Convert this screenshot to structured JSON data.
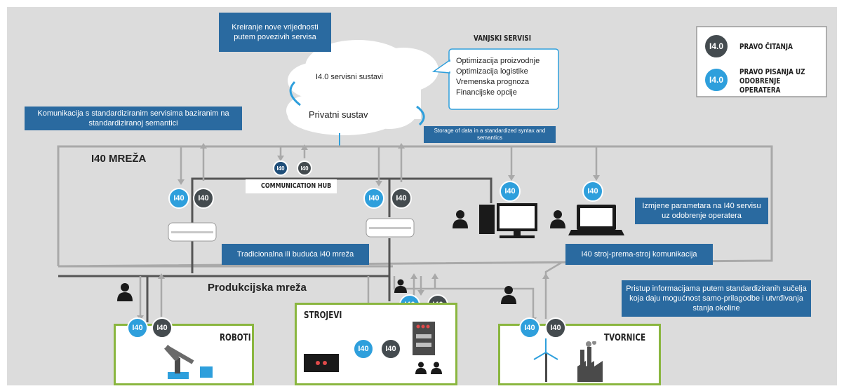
{
  "cloud": {
    "service_systems": "I4.0 servisni sustavi",
    "private_system": "Privatni sustav"
  },
  "callouts": {
    "value_creation": "Kreiranje nove vrijednosti putem povezivih servisa",
    "standard_comm": "Komunikacija s standardiziranim servisima baziranim na standardiziranoj semantici",
    "storage": "Storage of data in a standardized syntax and semantics",
    "param_changes": "Izmjene parametara na I40 servisu uz odobrenje operatera",
    "traditional_network": "Tradicionalna ili buduća i40 mreža",
    "m2m": "I40 stroj-prema-stroj komunikacija",
    "info_access": "Pristup informacijama putem standardiziranih sučelja koja daju mogućnost samo-prilagodbe i utvrđivanja stanja okoline"
  },
  "external_services": {
    "title": "VANJSKI SERVISI",
    "items": [
      "Optimizacija proizvodnje",
      "Optimizacija logistike",
      "Vremenska prognoza",
      "Financijske opcije"
    ]
  },
  "legend": {
    "badge_label": "I4.0",
    "read_right": "PRAVO ČITANJA",
    "write_right": "PRAVO PISANJA UZ ODOBRENJE OPERATERA"
  },
  "network": {
    "i40_network": "I40 MREŽA",
    "production_network": "Produkcijska mreža",
    "communication_hub": "COMMUNICATION HUB"
  },
  "badge_text": "I40",
  "groups": {
    "robots": "ROBOTI",
    "machines": "STROJEVI",
    "factories": "TVORNICE"
  },
  "colors": {
    "callout_blue": "#2a6aa0",
    "badge_blue": "#2e9fdc",
    "badge_dark": "#444b4f",
    "group_border": "#8ab63f",
    "background": "#dcdcdc"
  }
}
